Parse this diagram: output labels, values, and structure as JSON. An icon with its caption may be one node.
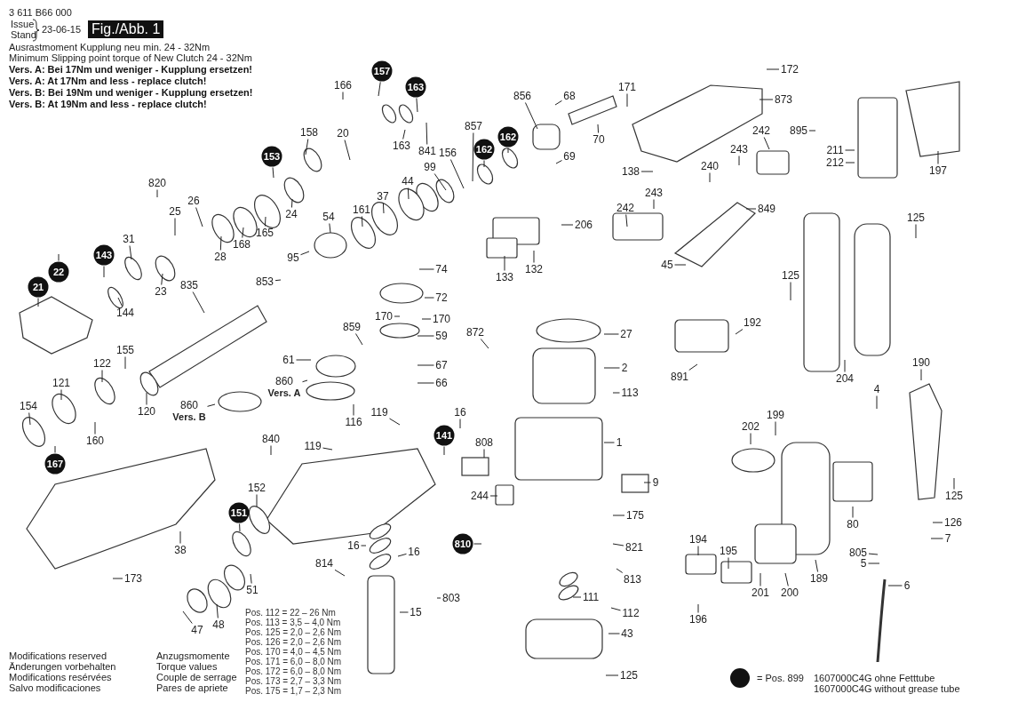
{
  "diagram": {
    "nodes": [
      {
        "text": [
          "820"
        ]
      },
      {
        "text": [
          "26"
        ]
      },
      {
        "text": [
          "25"
        ]
      },
      {
        "text": [
          "31"
        ]
      },
      {
        "text": [
          "143"
        ]
      },
      {
        "text": [
          "22"
        ]
      },
      {
        "text": [
          "21"
        ]
      },
      {
        "text": [
          "144"
        ]
      },
      {
        "text": [
          "23"
        ]
      },
      {
        "text": [
          "28"
        ]
      },
      {
        "text": [
          "168"
        ]
      },
      {
        "text": [
          "165"
        ]
      },
      {
        "text": [
          "24"
        ]
      },
      {
        "text": [
          "153"
        ]
      },
      {
        "text": [
          "158"
        ]
      },
      {
        "text": [
          "20"
        ]
      },
      {
        "text": [
          "166"
        ]
      },
      {
        "text": [
          "157"
        ]
      },
      {
        "text": [
          "163"
        ]
      },
      {
        "text": [
          "163"
        ]
      },
      {
        "text": [
          "841"
        ]
      },
      {
        "text": [
          "54"
        ]
      },
      {
        "text": [
          "95"
        ]
      },
      {
        "text": [
          "853"
        ]
      },
      {
        "text": [
          "161"
        ]
      },
      {
        "text": [
          "37"
        ]
      },
      {
        "text": [
          "44"
        ]
      },
      {
        "text": [
          "99"
        ]
      },
      {
        "text": [
          "156"
        ]
      },
      {
        "text": [
          "857"
        ]
      },
      {
        "text": [
          "162"
        ]
      },
      {
        "text": [
          "162"
        ]
      },
      {
        "text": [
          "856"
        ]
      },
      {
        "text": [
          "68"
        ]
      },
      {
        "text": [
          "70"
        ]
      },
      {
        "text": [
          "69"
        ]
      },
      {
        "text": [
          "206"
        ]
      },
      {
        "text": [
          "132"
        ]
      },
      {
        "text": [
          "133"
        ]
      },
      {
        "text": [
          "74"
        ]
      },
      {
        "text": [
          "72"
        ]
      },
      {
        "text": [
          "170"
        ]
      },
      {
        "text": [
          "170"
        ]
      },
      {
        "text": [
          "859"
        ]
      },
      {
        "text": [
          "59"
        ]
      },
      {
        "text": [
          "872"
        ]
      },
      {
        "text": [
          "61"
        ]
      },
      {
        "text": [
          "860"
        ],
        "beside": [
          "Vers. A"
        ]
      },
      {
        "text": [
          "67"
        ]
      },
      {
        "text": [
          "66"
        ]
      },
      {
        "text": [
          "860"
        ],
        "beside": [
          "Vers. B"
        ]
      },
      {
        "text": [
          "116"
        ]
      },
      {
        "text": [
          "119"
        ]
      },
      {
        "text": [
          "16"
        ]
      },
      {
        "text": [
          "141"
        ]
      },
      {
        "text": [
          "119"
        ]
      },
      {
        "text": [
          "840"
        ]
      },
      {
        "text": [
          "152"
        ]
      },
      {
        "text": [
          "151"
        ]
      },
      {
        "text": [
          "38"
        ]
      },
      {
        "text": [
          "173"
        ]
      },
      {
        "text": [
          "47"
        ]
      },
      {
        "text": [
          "48"
        ]
      },
      {
        "text": [
          "51"
        ]
      },
      {
        "text": [
          "814"
        ]
      },
      {
        "text": [
          "16"
        ]
      },
      {
        "text": [
          "16"
        ]
      },
      {
        "text": [
          "803"
        ]
      },
      {
        "text": [
          "15"
        ]
      },
      {
        "text": [
          "835"
        ]
      },
      {
        "text": [
          "155"
        ]
      },
      {
        "text": [
          "122"
        ]
      },
      {
        "text": [
          "121"
        ]
      },
      {
        "text": [
          "154"
        ]
      },
      {
        "text": [
          "160"
        ]
      },
      {
        "text": [
          "167"
        ]
      },
      {
        "text": [
          "120"
        ]
      },
      {
        "text": [
          "171"
        ]
      },
      {
        "text": [
          "172"
        ]
      },
      {
        "text": [
          "873"
        ]
      },
      {
        "text": [
          "138"
        ]
      },
      {
        "text": [
          "243"
        ]
      },
      {
        "text": [
          "242"
        ]
      },
      {
        "text": [
          "240"
        ]
      },
      {
        "text": [
          "243"
        ]
      },
      {
        "text": [
          "242"
        ]
      },
      {
        "text": [
          "849"
        ]
      },
      {
        "text": [
          "45"
        ]
      },
      {
        "text": [
          "895"
        ]
      },
      {
        "text": [
          "211"
        ]
      },
      {
        "text": [
          "212"
        ]
      },
      {
        "text": [
          "197"
        ]
      },
      {
        "text": [
          "125"
        ]
      },
      {
        "text": [
          "125"
        ]
      },
      {
        "text": [
          "192"
        ]
      },
      {
        "text": [
          "891"
        ]
      },
      {
        "text": [
          "204"
        ]
      },
      {
        "text": [
          "190"
        ]
      },
      {
        "text": [
          "27"
        ]
      },
      {
        "text": [
          "2"
        ]
      },
      {
        "text": [
          "113"
        ]
      },
      {
        "text": [
          "1"
        ]
      },
      {
        "text": [
          "808"
        ]
      },
      {
        "text": [
          "9"
        ]
      },
      {
        "text": [
          "244"
        ]
      },
      {
        "text": [
          "175"
        ]
      },
      {
        "text": [
          "810"
        ]
      },
      {
        "text": [
          "821"
        ]
      },
      {
        "text": [
          "813"
        ]
      },
      {
        "text": [
          "111"
        ]
      },
      {
        "text": [
          "112"
        ]
      },
      {
        "text": [
          "43"
        ]
      },
      {
        "text": [
          "125"
        ]
      },
      {
        "text": [
          "4"
        ]
      },
      {
        "text": [
          "199"
        ]
      },
      {
        "text": [
          "202"
        ]
      },
      {
        "text": [
          "80"
        ]
      },
      {
        "text": [
          "125"
        ]
      },
      {
        "text": [
          "126"
        ]
      },
      {
        "text": [
          "7"
        ]
      },
      {
        "text": [
          "805"
        ]
      },
      {
        "text": [
          "5"
        ]
      },
      {
        "text": [
          "6"
        ]
      },
      {
        "text": [
          "194"
        ]
      },
      {
        "text": [
          "195"
        ]
      },
      {
        "text": [
          "196"
        ]
      },
      {
        "text": [
          "201"
        ]
      },
      {
        "text": [
          "200"
        ]
      },
      {
        "text": [
          "189"
        ]
      }
    ],
    "edges": [
      {
        "from": 0,
        "to": null,
        "arrow": "none"
      },
      {
        "from": 1,
        "to": null,
        "arrow": "none"
      },
      {
        "from": 2,
        "to": null,
        "arrow": "none"
      },
      {
        "from": 3,
        "to": null,
        "arrow": "none"
      },
      {
        "from": 4,
        "to": null,
        "arrow": "none"
      },
      {
        "from": 5,
        "to": null,
        "arrow": "none"
      },
      {
        "from": 6,
        "to": null,
        "arrow": "none"
      },
      {
        "from": 7,
        "to": null,
        "arrow": "none"
      },
      {
        "from": 8,
        "to": null,
        "arrow": "none"
      },
      {
        "from": 9,
        "to": null,
        "arrow": "none"
      },
      {
        "from": 10,
        "to": null,
        "arrow": "none"
      },
      {
        "from": 11,
        "to": null,
        "arrow": "none"
      },
      {
        "from": 12,
        "to": null,
        "arrow": "none"
      },
      {
        "from": 13,
        "to": null,
        "arrow": "none"
      },
      {
        "from": 14,
        "to": null,
        "arrow": "none"
      },
      {
        "from": 15,
        "to": null,
        "arrow": "none"
      },
      {
        "from": 16,
        "to": null,
        "arrow": "none"
      },
      {
        "from": 17,
        "to": null,
        "arrow": "none"
      },
      {
        "from": 18,
        "to": null,
        "arrow": "none"
      },
      {
        "from": 19,
        "to": null,
        "arrow": "none"
      },
      {
        "from": 20,
        "to": null,
        "arrow": "none"
      },
      {
        "from": 21,
        "to": null,
        "arrow": "none"
      },
      {
        "from": 22,
        "to": null,
        "arrow": "none"
      },
      {
        "from": 23,
        "to": null,
        "arrow": "none"
      },
      {
        "from": 24,
        "to": null,
        "arrow": "none"
      },
      {
        "from": 25,
        "to": null,
        "arrow": "none"
      },
      {
        "from": 26,
        "to": null,
        "arrow": "none"
      },
      {
        "from": 27,
        "to": null,
        "arrow": "none"
      },
      {
        "from": 28,
        "to": null,
        "arrow": "none"
      },
      {
        "from": 29,
        "to": null,
        "arrow": "none"
      },
      {
        "from": 30,
        "to": null,
        "arrow": "none"
      },
      {
        "from": 31,
        "to": null,
        "arrow": "none"
      },
      {
        "from": 32,
        "to": null,
        "arrow": "none"
      },
      {
        "from": 33,
        "to": null,
        "arrow": "none"
      },
      {
        "from": 34,
        "to": null,
        "arrow": "none"
      },
      {
        "from": 35,
        "to": null,
        "arrow": "none"
      },
      {
        "from": 36,
        "to": null,
        "arrow": "none"
      },
      {
        "from": 37,
        "to": null,
        "arrow": "none"
      },
      {
        "from": 38,
        "to": null,
        "arrow": "none"
      },
      {
        "from": 39,
        "to": null,
        "arrow": "none"
      },
      {
        "from": 40,
        "to": null,
        "arrow": "none"
      },
      {
        "from": 41,
        "to": null,
        "arrow": "none"
      },
      {
        "from": 42,
        "to": null,
        "arrow": "none"
      },
      {
        "from": 43,
        "to": null,
        "arrow": "none"
      },
      {
        "from": 44,
        "to": null,
        "arrow": "none"
      },
      {
        "from": 45,
        "to": null,
        "arrow": "none"
      },
      {
        "from": 46,
        "to": null,
        "arrow": "none"
      },
      {
        "from": 47,
        "to": null,
        "arrow": "none"
      },
      {
        "from": 48,
        "to": null,
        "arrow": "none"
      },
      {
        "from": 49,
        "to": null,
        "arrow": "none"
      },
      {
        "from": 50,
        "to": null,
        "arrow": "none"
      },
      {
        "from": 51,
        "to": null,
        "arrow": "none"
      },
      {
        "from": 52,
        "to": null,
        "arrow": "none"
      },
      {
        "from": 53,
        "to": null,
        "arrow": "none"
      },
      {
        "from": 54,
        "to": null,
        "arrow": "none"
      },
      {
        "from": 55,
        "to": null,
        "arrow": "none"
      },
      {
        "from": 56,
        "to": null,
        "arrow": "none"
      },
      {
        "from": 57,
        "to": null,
        "arrow": "none"
      },
      {
        "from": 58,
        "to": null,
        "arrow": "none"
      },
      {
        "from": 59,
        "to": null,
        "arrow": "none"
      },
      {
        "from": 60,
        "to": null,
        "arrow": "none"
      },
      {
        "from": 61,
        "to": null,
        "arrow": "none"
      },
      {
        "from": 62,
        "to": null,
        "arrow": "none"
      },
      {
        "from": 63,
        "to": null,
        "arrow": "none"
      },
      {
        "from": 64,
        "to": null,
        "arrow": "none"
      },
      {
        "from": 65,
        "to": null,
        "arrow": "none"
      },
      {
        "from": 66,
        "to": null,
        "arrow": "none"
      },
      {
        "from": 67,
        "to": null,
        "arrow": "none"
      },
      {
        "from": 68,
        "to": null,
        "arrow": "none"
      },
      {
        "from": 69,
        "to": null,
        "arrow": "none"
      },
      {
        "from": 70,
        "to": null,
        "arrow": "none"
      },
      {
        "from": 71,
        "to": null,
        "arrow": "none"
      },
      {
        "from": 72,
        "to": null,
        "arrow": "none"
      },
      {
        "from": 73,
        "to": null,
        "arrow": "none"
      },
      {
        "from": 74,
        "to": null,
        "arrow": "none"
      },
      {
        "from": 75,
        "to": null,
        "arrow": "none"
      },
      {
        "from": 76,
        "to": null,
        "arrow": "none"
      },
      {
        "from": 77,
        "to": null,
        "arrow": "none"
      },
      {
        "from": 78,
        "to": null,
        "arrow": "none"
      },
      {
        "from": 79,
        "to": null,
        "arrow": "none"
      },
      {
        "from": 80,
        "to": null,
        "arrow": "none"
      },
      {
        "from": 81,
        "to": null,
        "arrow": "none"
      },
      {
        "from": 82,
        "to": null,
        "arrow": "none"
      },
      {
        "from": 83,
        "to": null,
        "arrow": "none"
      },
      {
        "from": 84,
        "to": null,
        "arrow": "none"
      },
      {
        "from": 85,
        "to": null,
        "arrow": "none"
      },
      {
        "from": 86,
        "to": null,
        "arrow": "none"
      },
      {
        "from": 87,
        "to": null,
        "arrow": "none"
      },
      {
        "from": 88,
        "to": null,
        "arrow": "none"
      },
      {
        "from": 89,
        "to": null,
        "arrow": "none"
      },
      {
        "from": 90,
        "to": null,
        "arrow": "none"
      },
      {
        "from": 91,
        "to": null,
        "arrow": "none"
      },
      {
        "from": 92,
        "to": null,
        "arrow": "none"
      },
      {
        "from": 93,
        "to": null,
        "arrow": "none"
      },
      {
        "from": 94,
        "to": null,
        "arrow": "none"
      },
      {
        "from": 95,
        "to": null,
        "arrow": "none"
      },
      {
        "from": 96,
        "to": null,
        "arrow": "none"
      },
      {
        "from": 97,
        "to": null,
        "arrow": "none"
      },
      {
        "from": 98,
        "to": null,
        "arrow": "none"
      },
      {
        "from": 99,
        "to": null,
        "arrow": "none"
      },
      {
        "from": 100,
        "to": null,
        "arrow": "none"
      },
      {
        "from": 101,
        "to": null,
        "arrow": "none"
      },
      {
        "from": 102,
        "to": null,
        "arrow": "none"
      },
      {
        "from": 103,
        "to": null,
        "arrow": "none"
      },
      {
        "from": 104,
        "to": null,
        "arrow": "none"
      },
      {
        "from": 105,
        "to": null,
        "arrow": "none"
      },
      {
        "from": 106,
        "to": null,
        "arrow": "none"
      },
      {
        "from": 107,
        "to": null,
        "arrow": "none"
      },
      {
        "from": 108,
        "to": null,
        "arrow": "none"
      },
      {
        "from": 109,
        "to": null,
        "arrow": "none"
      },
      {
        "from": 110,
        "to": null,
        "arrow": "none"
      },
      {
        "from": 111,
        "to": null,
        "arrow": "none"
      },
      {
        "from": 112,
        "to": null,
        "arrow": "none"
      },
      {
        "from": 113,
        "to": null,
        "arrow": "none"
      },
      {
        "from": 114,
        "to": null,
        "arrow": "none"
      },
      {
        "from": 115,
        "to": null,
        "arrow": "none"
      },
      {
        "from": 116,
        "to": null,
        "arrow": "none"
      },
      {
        "from": 117,
        "to": null,
        "arrow": "none"
      },
      {
        "from": 118,
        "to": null,
        "arrow": "none"
      },
      {
        "from": 119,
        "to": null,
        "arrow": "none"
      },
      {
        "from": 120,
        "to": null,
        "arrow": "none"
      },
      {
        "from": 121,
        "to": null,
        "arrow": "none"
      },
      {
        "from": 122,
        "to": null,
        "arrow": "none"
      },
      {
        "from": 123,
        "to": null,
        "arrow": "none"
      },
      {
        "from": 124,
        "to": null,
        "arrow": "none"
      },
      {
        "from": 125,
        "to": null,
        "arrow": "none"
      },
      {
        "from": 126,
        "to": null,
        "arrow": "none"
      },
      {
        "from": 127,
        "to": null,
        "arrow": "none"
      },
      {
        "from": 128,
        "to": null,
        "arrow": "none"
      }
    ],
    "labels": [
      "3 611 B66 000",
      "Issue",
      "Stand",
      "23-06-15",
      "Fig./Abb. 1",
      "Ausrastmoment Kupplung neu min. 24 - 32Nm",
      "Minimum Slipping point torque of New Clutch 24 - 32Nm",
      "Vers. A: Bei 17Nm und weniger - Kupplung ersetzen!",
      "Vers. A: At 17Nm and less - replace clutch!",
      "Vers. B: Bei 19Nm und weniger - Kupplung ersetzen!",
      "Vers. B: At 19Nm and less - replace clutch!",
      "Modifications reserved",
      "Änderungen vorbehalten",
      "Modifications resérvées",
      "Salvo modificaciones",
      "Anzugsmomente",
      "Torque values",
      "Couple de serrage",
      "Pares de apriete",
      "Pos. 112 = 22 – 26 Nm",
      "Pos. 113 = 3,5 – 4,0 Nm",
      "Pos. 125 = 2,0 – 2,6 Nm",
      "Pos. 126 = 2,0 – 2,6 Nm",
      "Pos. 170 = 4,0 – 4,5 Nm",
      "Pos. 171 = 6,0 – 8,0 Nm",
      "Pos. 172 = 6,0 – 8,0 Nm",
      "Pos. 173 = 2,7 – 3,3 Nm",
      "Pos. 175 = 1,7 – 2,3 Nm",
      "1607000C4G ohne Fetttube",
      "1607000C4G without grease tube"
    ],
    "legend": [
      {
        "text": "= Pos. 899",
        "color": "#111111"
      }
    ]
  }
}
